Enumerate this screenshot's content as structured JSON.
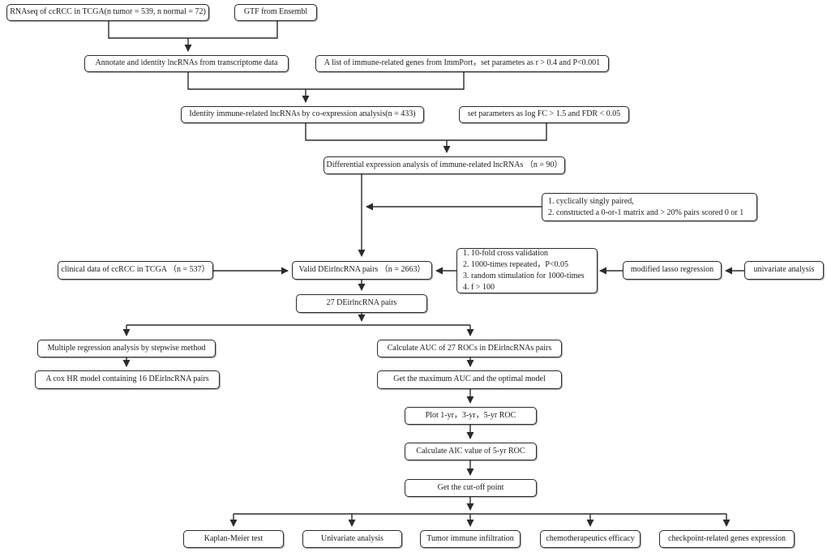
{
  "diagram": {
    "type": "flowchart",
    "description": "Study workflow flowchart for immune-related lncRNA pairs analysis in ccRCC (TCGA)",
    "ink_color": "#2b2b2b",
    "box_background": "#ffffff"
  },
  "nodes": {
    "rnaseq_tcga": {
      "label": "RNAseq of ccRCC in TCGA(n tumor = 539, n normal = 72)"
    },
    "gtf_ensembl": {
      "label": "GTF from Ensembl"
    },
    "annotate_lncrna": {
      "label": "Annotate and identity lncRNAs from transcriptome data"
    },
    "immport_genes": {
      "label": "A list of immune-related genes from ImmPort，set parametes as r > 0.4 and P<0.001"
    },
    "identity_irlncrna": {
      "label": "Identity immune-related lncRNAs by co-expression analysis(n = 433)"
    },
    "deg_params": {
      "label": "set parameters as log FC > 1.5 and FDR < 0.05"
    },
    "diff_expression": {
      "label": "Differential expression analysis of immune-related lncRNAs （n = 90）"
    },
    "pairing_rules": {
      "label": "1. cyclically singly paired,\n2. constructed a 0-or-1 matrix and  > 20% pairs scored 0 or 1"
    },
    "clinical_data": {
      "label": "clinical data of ccRCC in TCGA （n = 537）"
    },
    "valid_pairs": {
      "label": "Valid DEirlncRNA pairs （n = 2663）"
    },
    "lasso_rules": {
      "label": "1. 10-fold cross validation\n2. 1000-times repeated，P<0.05\n3. random stimulation for 1000-times\n4. f > 100"
    },
    "modified_lasso": {
      "label": "modified lasso regression"
    },
    "univariate_mid": {
      "label": "univariate analysis"
    },
    "pairs_27": {
      "label": "27 DEirlncRNA pairs"
    },
    "stepwise_regression": {
      "label": "Multiple regression analysis by stepwise method"
    },
    "calc_auc": {
      "label": "Calculate AUC of 27 ROCs in DEirlncRNAs pairs"
    },
    "cox_model": {
      "label": "A cox HR model containing 16 DEirlncRNA pairs"
    },
    "max_auc": {
      "label": "Get the maximum AUC and the optimal model"
    },
    "plot_roc": {
      "label": "Plot 1-yr，3-yr，5-yr ROC"
    },
    "calc_aic": {
      "label": "Calculate AIC value of 5-yr ROC"
    },
    "cutoff_point": {
      "label": "Get the cut-off point"
    },
    "kaplan_meier": {
      "label": "Kaplan-Meier test"
    },
    "univariate_bottom": {
      "label": "Univariate analysis"
    },
    "immune_infiltration": {
      "label": "Tumor immune infiltration"
    },
    "chemo_efficacy": {
      "label": "chemotherapeutics efficacy"
    },
    "checkpoint_genes": {
      "label": "checkpoint-related genes expression"
    }
  }
}
